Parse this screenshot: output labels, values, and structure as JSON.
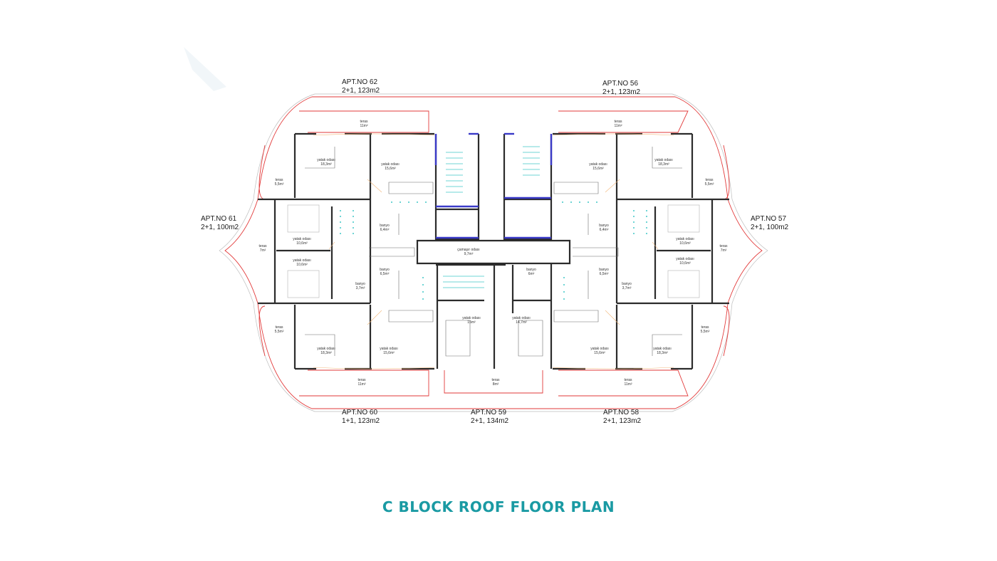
{
  "title": "C BLOCK ROOF FLOOR PLAN",
  "colors": {
    "title": "#1a9aa3",
    "walls": "#2b2b2b",
    "outline": "#e23a3a",
    "stairs": "#3a3ac8",
    "fixtures": "#40c8c8"
  },
  "apartments": [
    {
      "id": "apt-62",
      "line1": "APT.NO 62",
      "line2": "2+1, 123m2"
    },
    {
      "id": "apt-56",
      "line1": "APT.NO 56",
      "line2": "2+1, 123m2"
    },
    {
      "id": "apt-61",
      "line1": "APT.NO 61",
      "line2": "2+1, 100m2"
    },
    {
      "id": "apt-57",
      "line1": "APT.NO 57",
      "line2": "2+1, 100m2"
    },
    {
      "id": "apt-60",
      "line1": "APT.NO 60",
      "line2": "1+1, 123m2"
    },
    {
      "id": "apt-59",
      "line1": "APT.NO 59",
      "line2": "2+1, 134m2"
    },
    {
      "id": "apt-58",
      "line1": "APT.NO 58",
      "line2": "2+1, 123m2"
    }
  ],
  "rooms": [
    {
      "name": "teras",
      "area": "11m²"
    },
    {
      "name": "teras",
      "area": "11m²"
    },
    {
      "name": "yatak odası",
      "area": "18,3m²"
    },
    {
      "name": "yatak odası",
      "area": "15,6m²"
    },
    {
      "name": "yatak odası",
      "area": "15,6m²"
    },
    {
      "name": "yatak odası",
      "area": "18,3m²"
    },
    {
      "name": "teras",
      "area": "5,5m²"
    },
    {
      "name": "teras",
      "area": "5,5m²"
    },
    {
      "name": "banyo",
      "area": "6,4m²"
    },
    {
      "name": "banyo",
      "area": "6,4m²"
    },
    {
      "name": "yatak odası",
      "area": "10,6m²"
    },
    {
      "name": "yatak odası",
      "area": "10,6m²"
    },
    {
      "name": "teras",
      "area": "7m²"
    },
    {
      "name": "teras",
      "area": "7m²"
    },
    {
      "name": "çamaşır odası",
      "area": "9,7m²"
    },
    {
      "name": "yatak odası",
      "area": "10,6m²"
    },
    {
      "name": "yatak odası",
      "area": "10,6m²"
    },
    {
      "name": "banyo",
      "area": "6,5m²"
    },
    {
      "name": "banyo",
      "area": "6m²"
    },
    {
      "name": "banyo",
      "area": "6,5m²"
    },
    {
      "name": "banyo",
      "area": "3,7m²"
    },
    {
      "name": "banyo",
      "area": "3,7m²"
    },
    {
      "name": "yatak odası",
      "area": "15m²"
    },
    {
      "name": "yatak odası",
      "area": "14,7m²"
    },
    {
      "name": "teras",
      "area": "5,5m²"
    },
    {
      "name": "teras",
      "area": "5,5m²"
    },
    {
      "name": "yatak odası",
      "area": "18,3m²"
    },
    {
      "name": "yatak odası",
      "area": "15,6m²"
    },
    {
      "name": "yatak odası",
      "area": "15,6m²"
    },
    {
      "name": "yatak odası",
      "area": "18,3m²"
    },
    {
      "name": "teras",
      "area": "11m²"
    },
    {
      "name": "teras",
      "area": "8m²"
    },
    {
      "name": "teras",
      "area": "11m²"
    }
  ]
}
